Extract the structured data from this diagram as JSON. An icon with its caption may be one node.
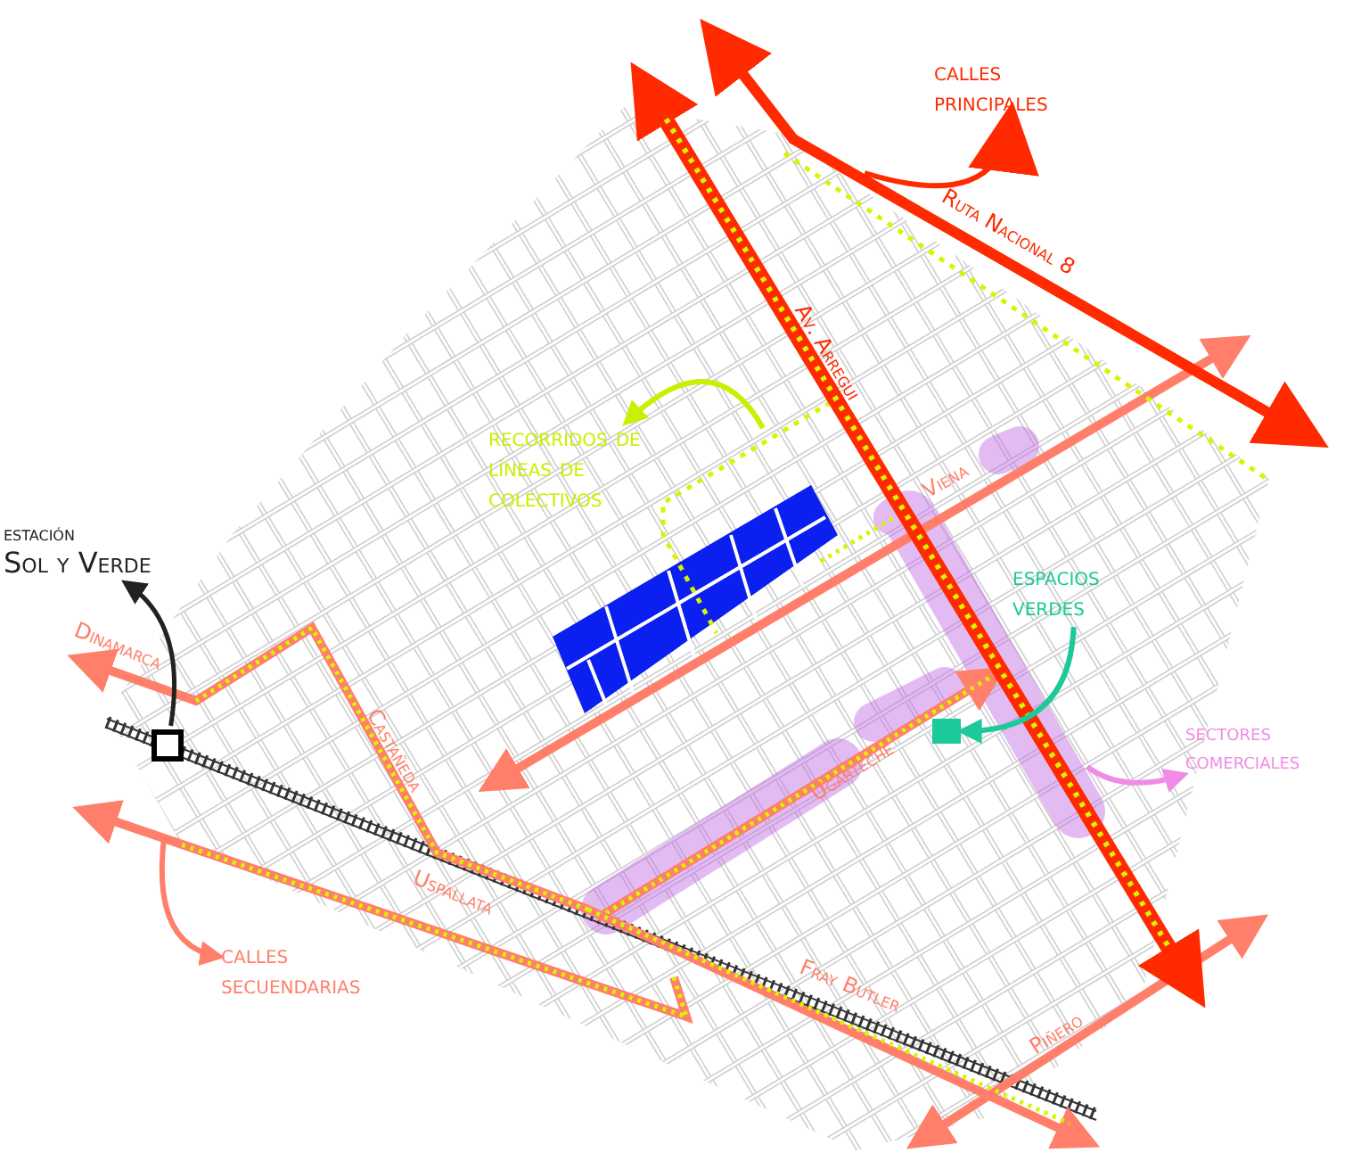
{
  "diagram": {
    "nodes": [
      {
        "text": [
          "estación",
          "Sol y Verde"
        ]
      },
      {
        "text": [],
        "shape": "box"
      },
      {
        "text": [
          "calles principales"
        ]
      },
      {
        "text": [
          "recorridos de líneas de colectivos"
        ]
      },
      {
        "text": [
          "espacios verdes"
        ]
      },
      {
        "text": [],
        "shape": "box"
      },
      {
        "text": [
          "sectores comerciales"
        ]
      },
      {
        "text": [
          "calles secuendarias"
        ]
      }
    ],
    "edges": [
      {
        "from": 1,
        "to": 0,
        "arrow": "to",
        "color": "#222222"
      },
      {
        "from": null,
        "to": 2,
        "arrow": "to",
        "color": "#ff2a00"
      },
      {
        "from": null,
        "to": 3,
        "arrow": "to",
        "color": "#c8f000"
      },
      {
        "from": 4,
        "to": 5,
        "arrow": "to",
        "color": "#1cc99a"
      },
      {
        "from": null,
        "to": 6,
        "arrow": "to",
        "color": "#f08ce6"
      },
      {
        "from": null,
        "to": 7,
        "arrow": "to",
        "color": "#ff7f6a"
      }
    ],
    "labels": [
      "Ruta Nacional 8",
      "Av. Arregui",
      "Viena",
      "Dinamarca",
      "Castañeda",
      "Ugarteche",
      "Uspallata",
      "Fray Butler",
      "Piñero"
    ]
  }
}
